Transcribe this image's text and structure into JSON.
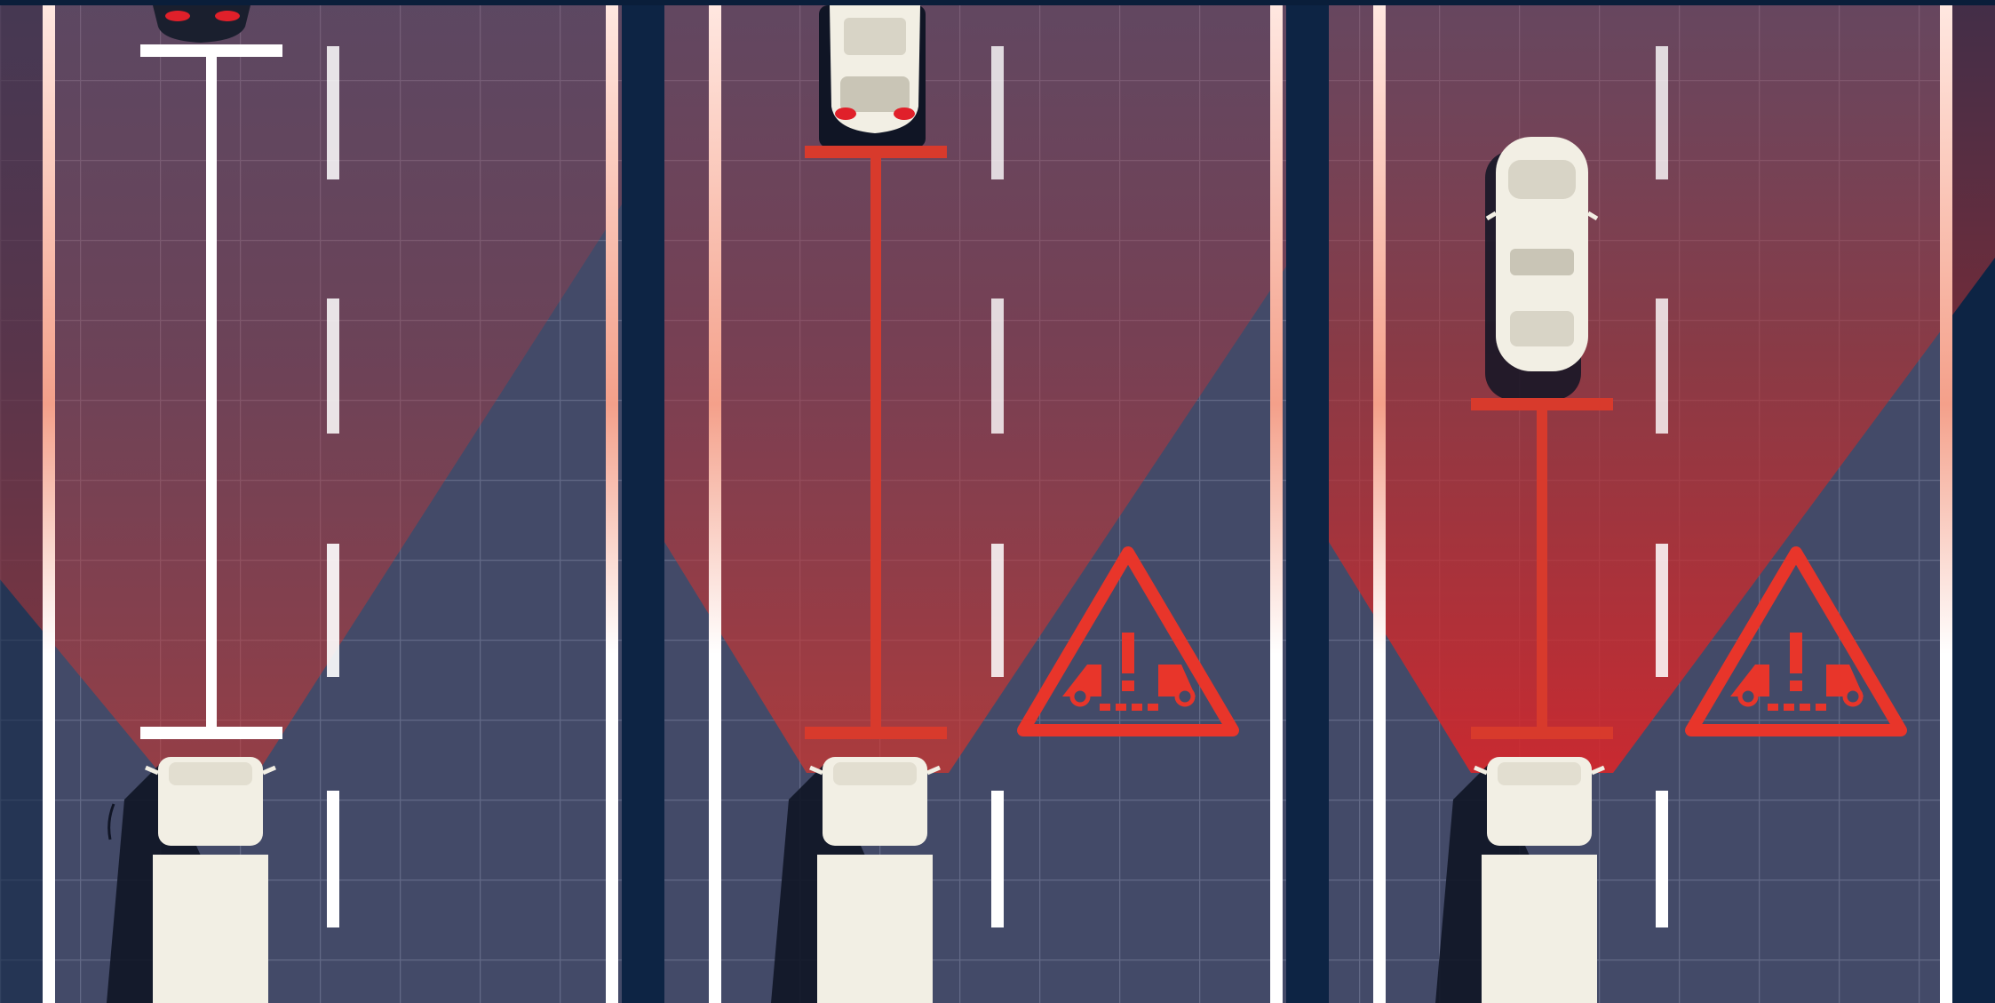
{
  "scene": {
    "description_free": true,
    "panels": [
      {
        "state": "safe",
        "distance_color": "#ffffff",
        "lead_vehicle": "car-rear-partial",
        "warning_shown": false,
        "beam_intensity": 0.45
      },
      {
        "state": "warning",
        "distance_color": "#d83a2c",
        "lead_vehicle": "car",
        "warning_shown": true,
        "beam_intensity": 0.6
      },
      {
        "state": "critical",
        "distance_color": "#d83a2c",
        "lead_vehicle": "car",
        "warning_shown": true,
        "beam_intensity": 0.85
      }
    ],
    "colors": {
      "background": "#0d2444",
      "lane": "#434a68",
      "grid": "#6c7390",
      "lane_marking": "#ffffff",
      "beam": "#d8342a",
      "warning": "#e8352a",
      "vehicle": "#f2efe4",
      "vehicle_shadow": "#101525"
    },
    "icons": [
      "truck-icon",
      "car-icon",
      "forward-collision-warning-icon"
    ]
  }
}
